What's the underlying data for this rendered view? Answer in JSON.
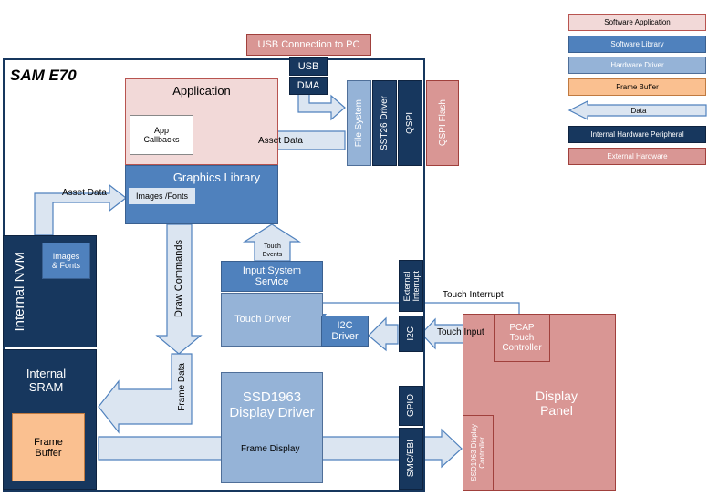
{
  "legend": {
    "sw_app": "Software Application",
    "sw_lib": "Software Library",
    "hw_drv": "Hardware Driver",
    "frame_buffer": "Frame Buffer",
    "data": "Data",
    "ihp": "Internal Hardware Peripheral",
    "ext_hw": "External Hardware"
  },
  "blocks": {
    "usb_conn": "USB Connection to PC",
    "usb": "USB",
    "dma": "DMA",
    "sam": "SAM E70",
    "application": "Application",
    "app_callbacks": "App\nCallbacks",
    "graphics_lib": "Graphics Library",
    "images_fonts_lib": "Images /Fonts",
    "file_system": "File System",
    "sst26": "SST26 Driver",
    "qspi": "QSPI",
    "qspi_flash": "QSPI Flash",
    "internal_nvm": "Internal  NVM",
    "nvm_images": "Images\n& Fonts",
    "input_service": "Input System\nService",
    "touch_driver": "Touch Driver",
    "i2c_driver": "I2C\nDriver",
    "ext_interrupt": "External\nInterrupt",
    "i2c": "I2C",
    "gpio": "GPIO",
    "smc_ebi": "SMC/EBI",
    "internal_sram": "Internal\nSRAM",
    "frame_buffer": "Frame\nBuffer",
    "ssd_driver": "SSD1963\nDisplay Driver",
    "display_panel": "Display\nPanel",
    "pcap": "PCAP\nTouch\nController",
    "ssd_ctrl": "SSD1963 Display\nController"
  },
  "arrows": {
    "asset_data_fs": "Asset Data",
    "asset_data_nvm": "Asset Data",
    "draw_commands": "Draw  Commands",
    "frame_data": "Frame Data",
    "touch_events": "Touch\nEvents",
    "touch_interrupt": "Touch Interrupt",
    "touch_input": "Touch Input",
    "frame_display": "Frame Display"
  }
}
